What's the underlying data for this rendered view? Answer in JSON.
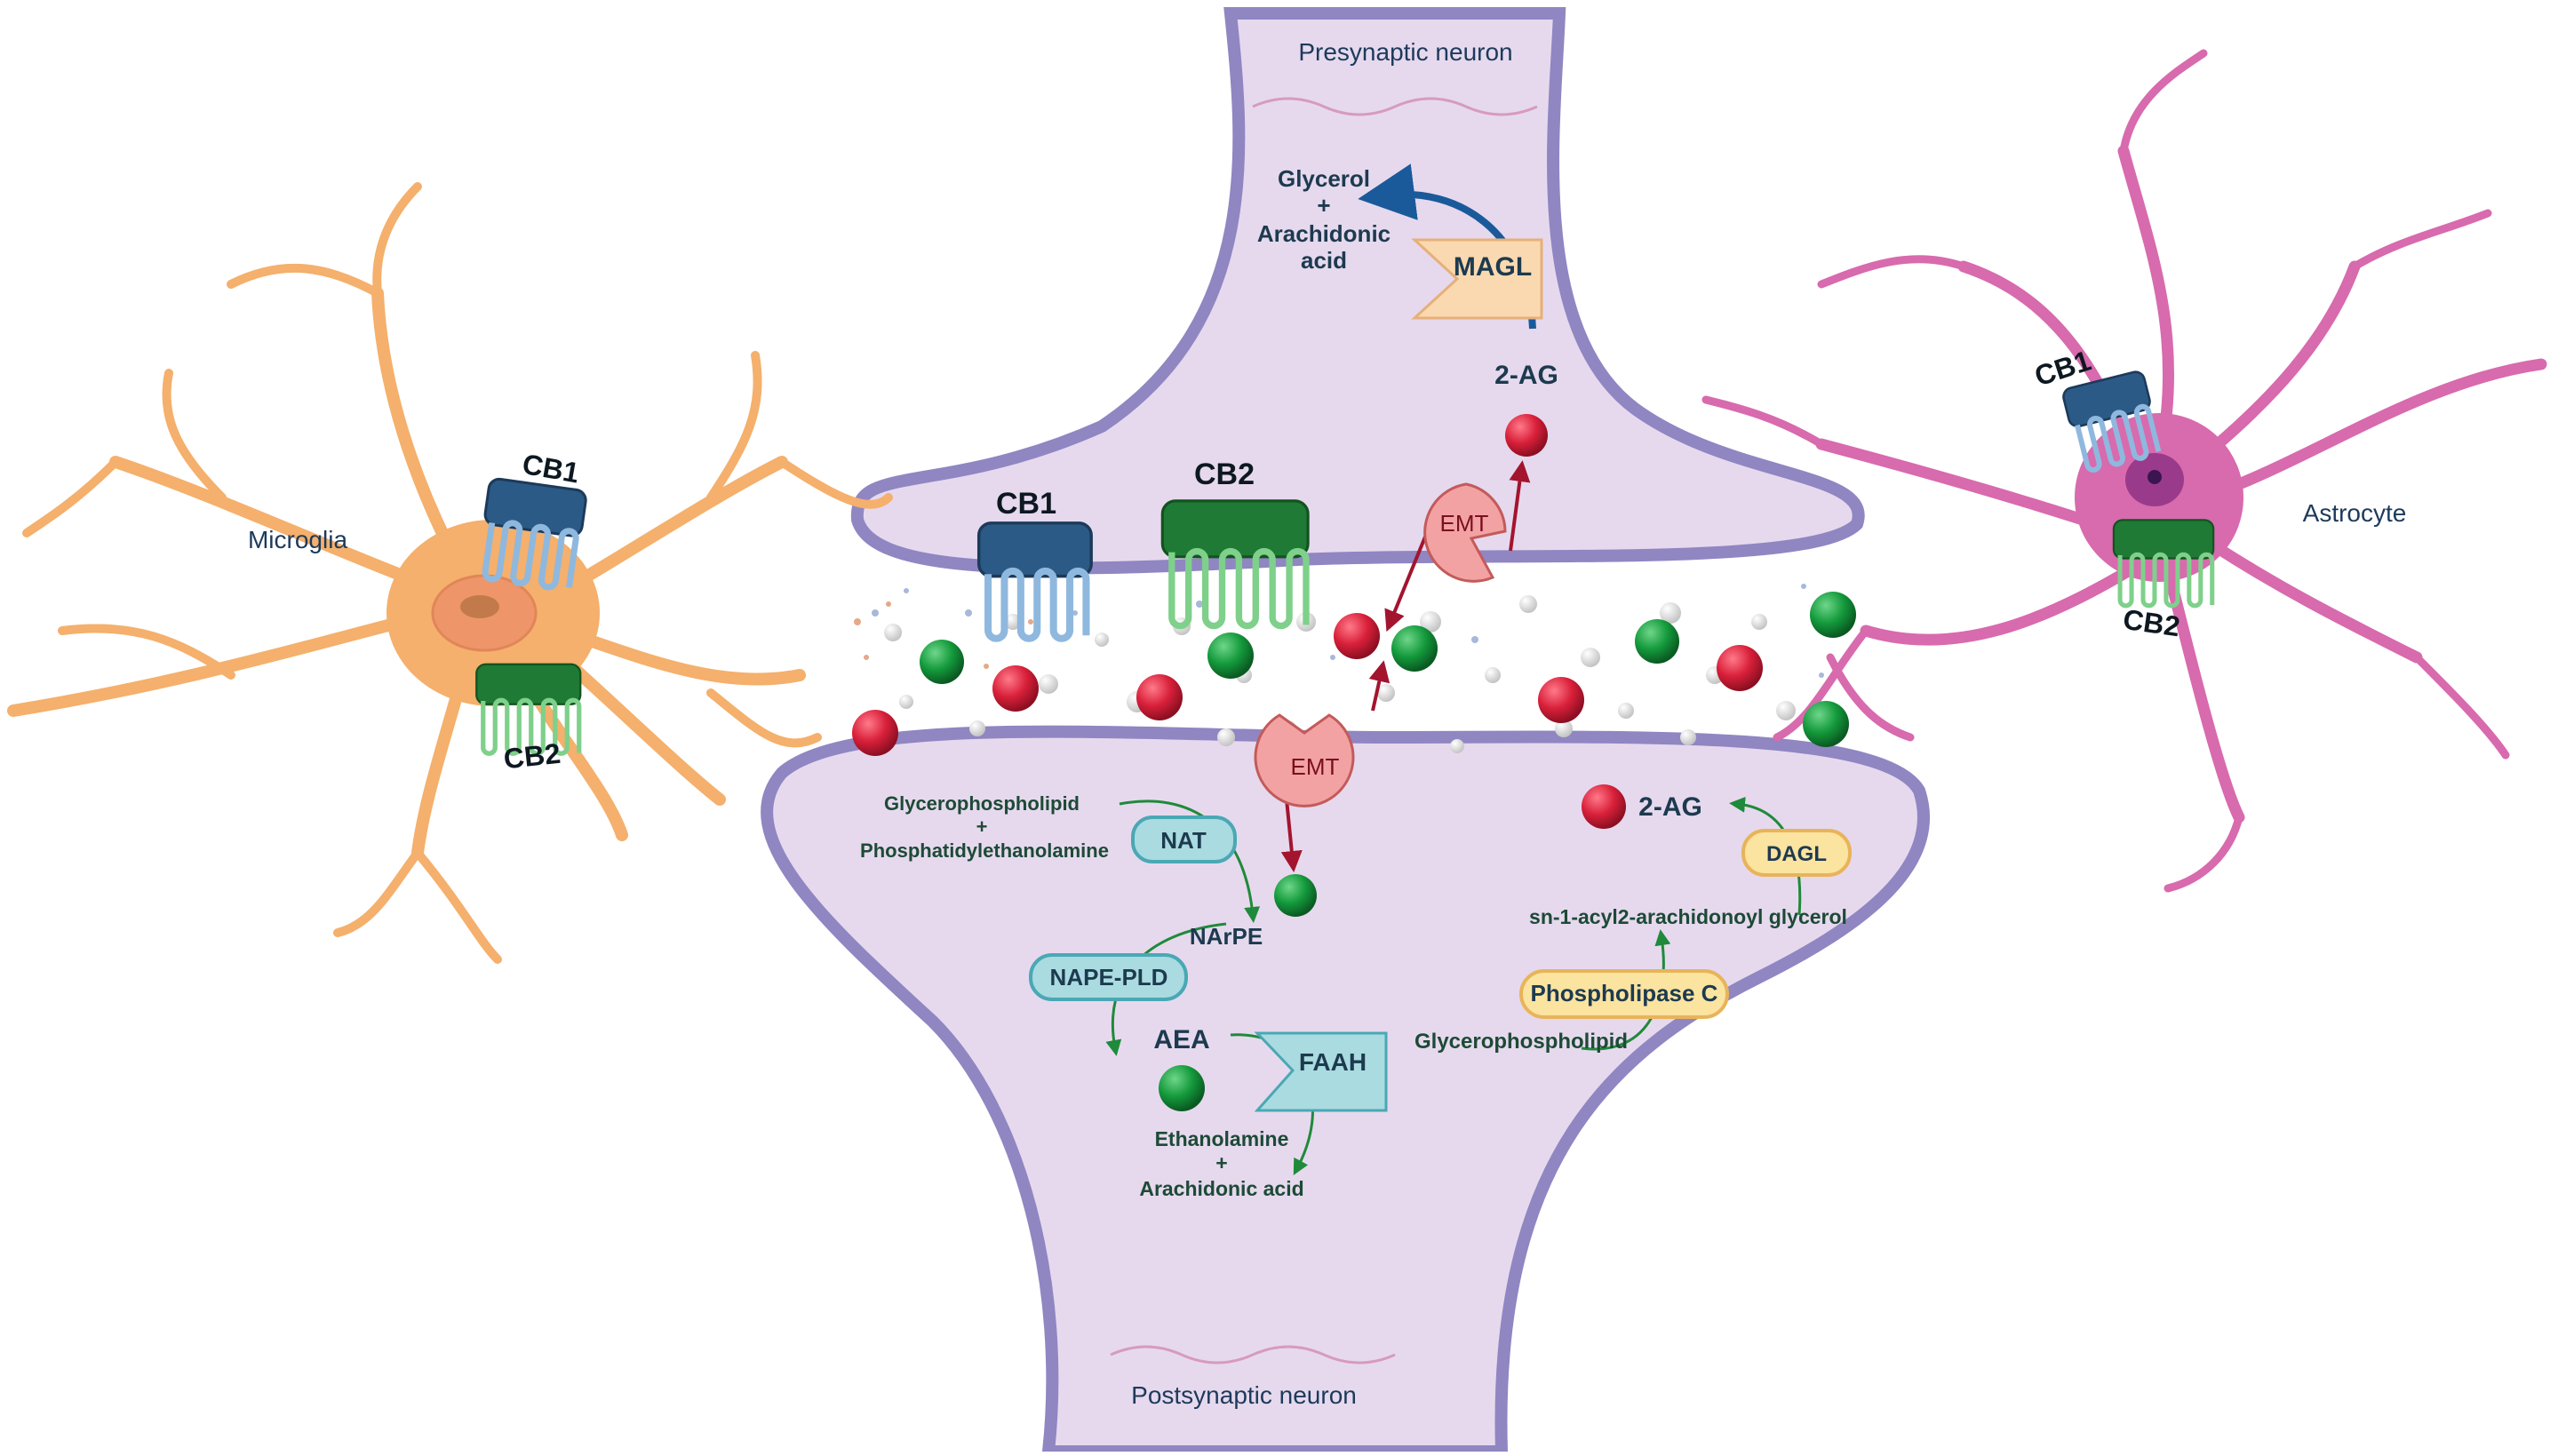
{
  "colors": {
    "membrane": "#8f86c2",
    "cytoplasm": "#e8dcee",
    "microglia": "#f4b06c",
    "astrocyte": "#d86aae",
    "aea_green": "#149a3c",
    "twoag_red": "#d9203a",
    "cb1_blue": "#2f5f8e",
    "cb2_green": "#1e8a3a",
    "emt_pink": "#f29a9a",
    "enzyme_cyan": "#a9dbe0",
    "enzyme_yellow": "#fbe3a0",
    "arrow_blue": "#1a5a9a",
    "arrow_red": "#a3142e",
    "arrow_green": "#1f8a3a"
  },
  "labels": {
    "presynaptic": "Presynaptic neuron",
    "postsynaptic": "Postsynaptic neuron",
    "microglia": "Microglia",
    "astrocyte": "Astrocyte",
    "cb1_left": "CB1",
    "cb2_left": "CB2",
    "cb1_center": "CB1",
    "cb2_center": "CB2",
    "cb1_right": "CB1",
    "cb2_right": "CB2",
    "glycerol": "Glycerol",
    "plus1": "+",
    "arachidonic1": "Arachidonic",
    "acid1": "acid",
    "magl": "MAGL",
    "twoag_top": "2-AG",
    "emt_top": "EMT",
    "emt_bottom": "EMT",
    "gpl1": "Glycerophospholipid",
    "plus2": "+",
    "pe": "Phosphatidylethanolamine",
    "nat": "NAT",
    "narpe": "NArPE",
    "napepld": "NAPE-PLD",
    "aea": "AEA",
    "faah": "FAAH",
    "ethanolamine": "Ethanolamine",
    "plus3": "+",
    "arachidonic2": "Arachidonic acid",
    "twoag_post": "2-AG",
    "dagl": "DAGL",
    "sn1": "sn-1-acyl2-arachidonoyl glycerol",
    "plc": "Phospholipase C",
    "gpl2": "Glycerophospholipid"
  },
  "icons": [
    "cb1-receptor",
    "cb2-receptor",
    "emt-transporter",
    "magl-enzyme",
    "faah-enzyme",
    "aea-molecule",
    "2ag-molecule"
  ]
}
